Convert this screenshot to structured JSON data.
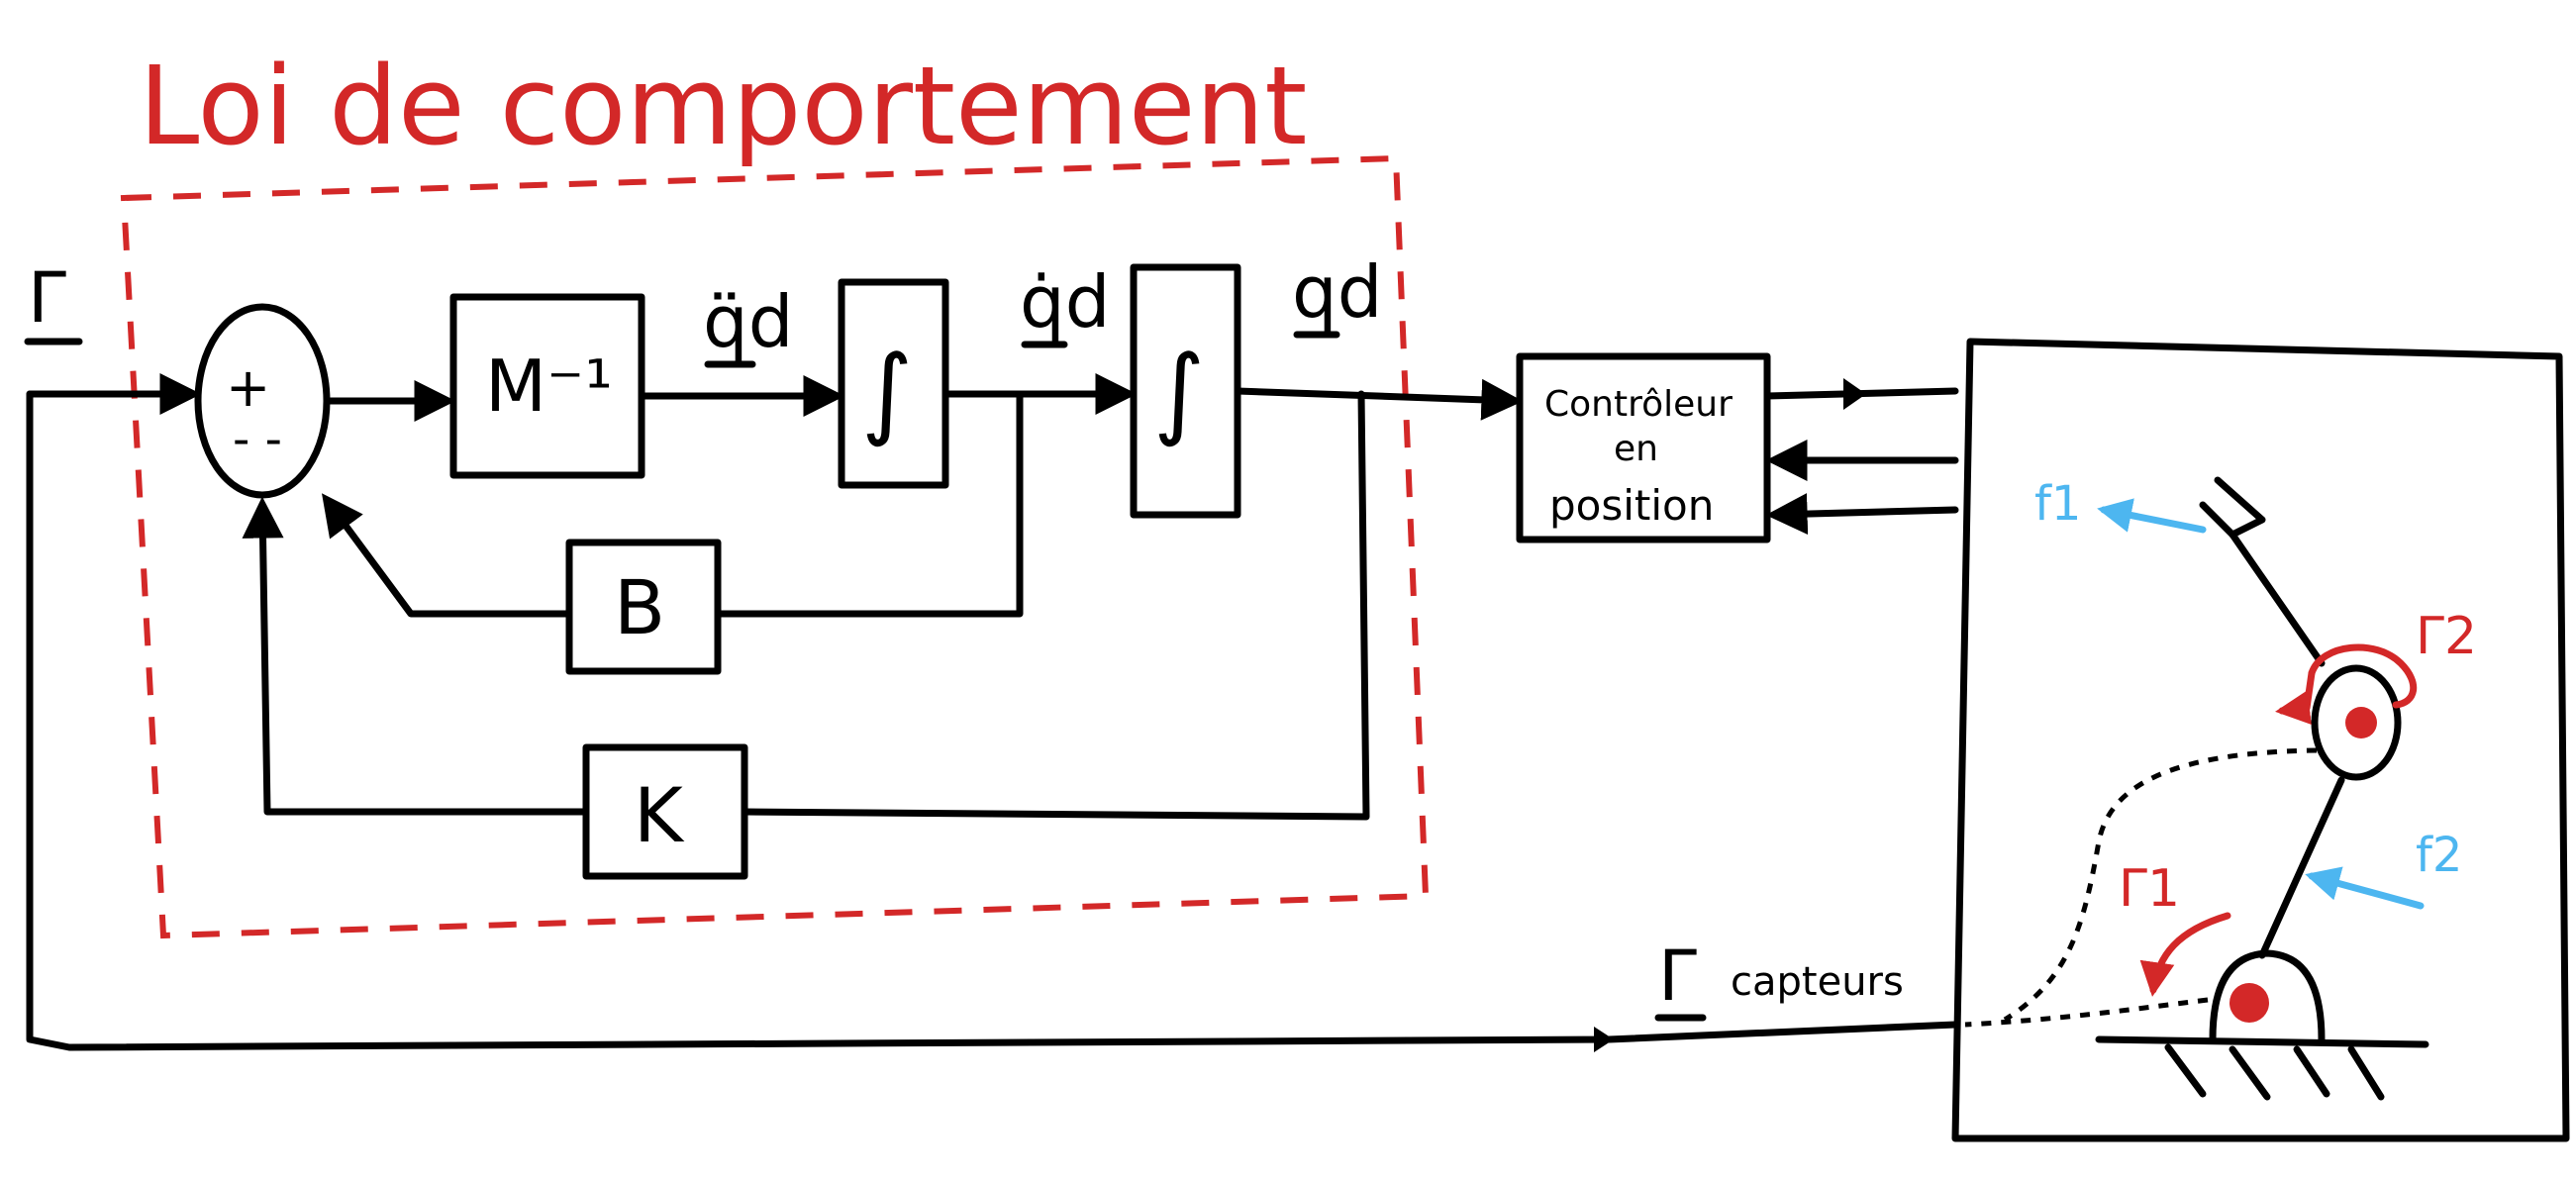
{
  "title": "Loi de comportement",
  "colors": {
    "ink": "#000000",
    "red": "#d32828",
    "blue": "#4db6f0"
  },
  "signals": {
    "input": "Γ",
    "qdd": "q̈d",
    "qd_dot": "q̇d",
    "qd": "qd",
    "sensor_main": "Γ",
    "sensor_sub": "capteurs"
  },
  "blocks": {
    "sum_plus": "+",
    "sum_minus": "- -",
    "minv": "M⁻¹",
    "integrator1": "∫",
    "integrator2": "∫",
    "b": "B",
    "k": "K",
    "controller_line1": "Contrôleur",
    "controller_line2": "en",
    "controller_line3": "position"
  },
  "robot": {
    "gamma1": "Γ1",
    "gamma2": "Γ2",
    "f1": "f1",
    "f2": "f2"
  }
}
